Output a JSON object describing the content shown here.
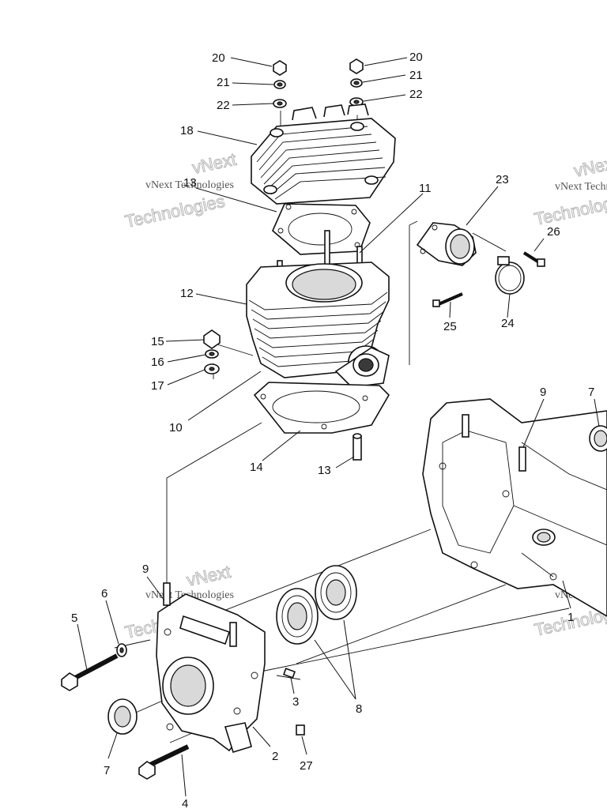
{
  "watermark": {
    "line1": "vNext",
    "line2": "vNext Technologies",
    "line3": "Technologies"
  },
  "callouts": [
    "1",
    "2",
    "3",
    "4",
    "5",
    "6",
    "7",
    "8",
    "9",
    "10",
    "11",
    "12",
    "13",
    "14",
    "15",
    "16",
    "17",
    "18",
    "20",
    "21",
    "22",
    "23",
    "24",
    "25",
    "26",
    "27"
  ]
}
